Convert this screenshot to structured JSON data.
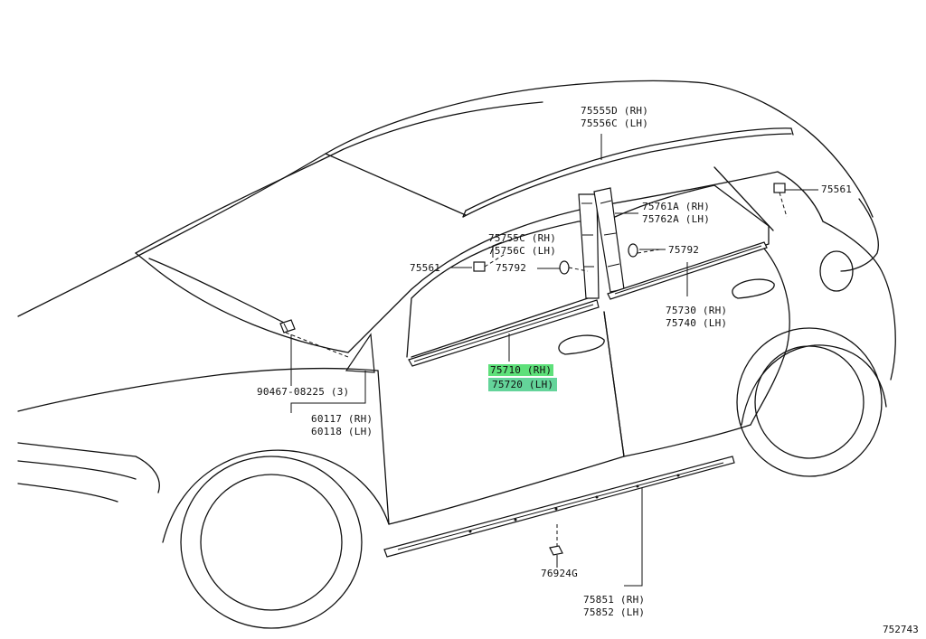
{
  "diagram": {
    "reference_code": "752743",
    "callouts": {
      "roof_molding": [
        "75555D (RH)",
        "75556C (LH)"
      ],
      "rear_clip": "75561",
      "rear_pillar_garnish": [
        "75761A (RH)",
        "75762A (LH)"
      ],
      "rear_clip_small": "75792",
      "front_pillar_garnish": [
        "75755C (RH)",
        "75756C (LH)"
      ],
      "front_clip_small": "75792",
      "front_clip": "75561",
      "rear_belt_molding": [
        "75730 (RH)",
        "75740 (LH)"
      ],
      "front_belt_molding_rh": "75710 (RH)",
      "front_belt_molding_lh": "75720 (LH)",
      "screw": "90467-08225 (3)",
      "corner_garnish": [
        "60117 (RH)",
        "60118 (LH)"
      ],
      "rocker_clip": "76924G",
      "rocker_molding": [
        "75851 (RH)",
        "75852 (LH)"
      ]
    },
    "highlight_colors": {
      "rh": "#5ee07a",
      "lh": "#64d49a"
    }
  }
}
